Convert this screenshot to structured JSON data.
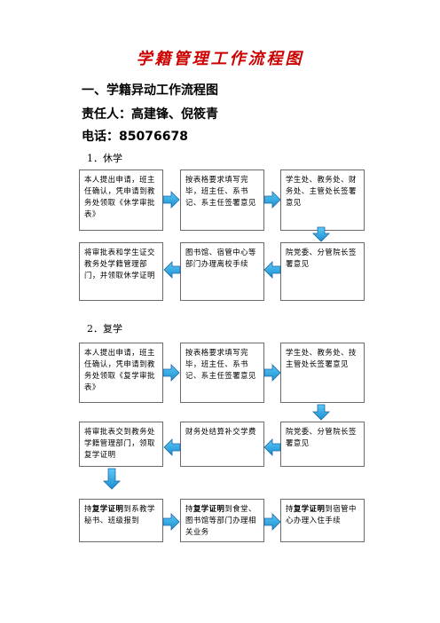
{
  "title": "学籍管理工作流程图",
  "heading": "一、学籍异动工作流程图",
  "responsible": "责任人：高建锋、倪筱青",
  "phone": "电话：85076678",
  "colors": {
    "title": "#cc0000",
    "arrow_fill": "#1fa8e6",
    "arrow_stroke": "#2266aa",
    "box_border": "#6a6a6a"
  },
  "section1": {
    "label": "1．休学",
    "boxes": [
      "本人提出申请，班主任确认，凭申请到教务处领取《休学审批表》",
      "按表格要求填写完毕，班主任、系书记、系主任签署意见",
      "学生处、教务处、财务处、主管处长签署意见",
      "将审批表和学生证交教务处学籍管理部门，并领取休学证明",
      "图书馆、宿管中心等部门办理离校手续",
      "院党委、分管院长签署意见"
    ]
  },
  "section2": {
    "label": "2．复学",
    "boxes": [
      "本人提出申请，班主任确认，凭申请到教务处领取《复学审批表》",
      "按表格要求填写完毕，班主任、系书记、系主任签署意见",
      "学生处、教务处、技主管处长签署意见",
      "将审批表交到教务处学籍管理部门，领取复学证明",
      "财务处结算补交学费",
      "院党委、分管院长签署意见"
    ],
    "row3": [
      {
        "pre": "持",
        "bold": "复学证明",
        "post": "到系教学秘书、班级报到"
      },
      {
        "pre": "持",
        "bold": "复学证明",
        "post": "到食堂、图书馆等部门办理相关业务"
      },
      {
        "pre": "持",
        "bold": "复学证明",
        "post": "到宿管中心办理入住手续"
      }
    ]
  }
}
